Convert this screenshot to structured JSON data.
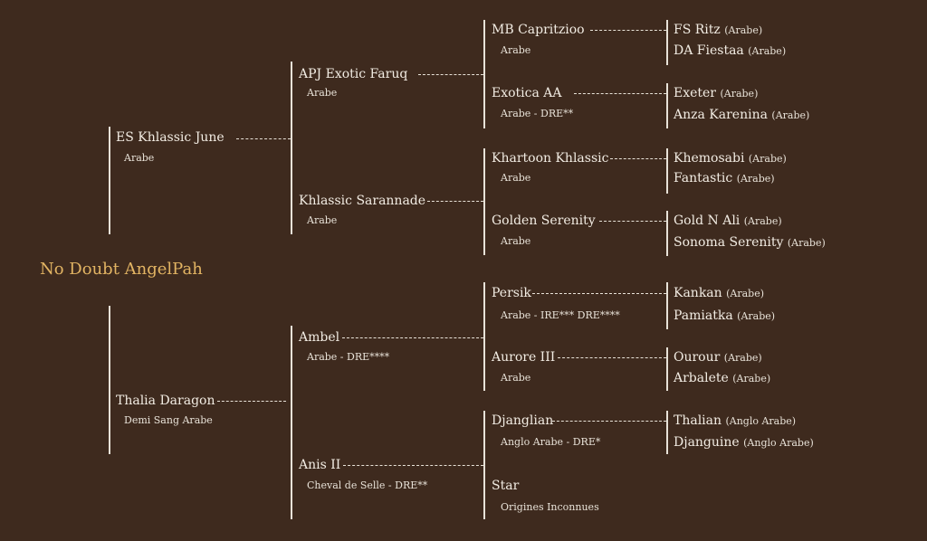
{
  "subject": "No Doubt AngelPah",
  "sire": {
    "name": "ES Khlassic June",
    "info": "Arabe"
  },
  "dam": {
    "name": "Thalia Daragon",
    "info": "Demi Sang Arabe"
  },
  "sire_sire": {
    "name": "APJ Exotic Faruq",
    "info": "Arabe"
  },
  "sire_dam": {
    "name": "Khlassic Sarannade",
    "info": "Arabe"
  },
  "dam_sire": {
    "name": "Ambel",
    "info": "Arabe - DRE****"
  },
  "dam_dam": {
    "name": "Anis II",
    "info": "Cheval de Selle - DRE**"
  },
  "g3": [
    {
      "name": "MB Capritzioo",
      "info": "Arabe"
    },
    {
      "name": "Exotica AA",
      "info": "Arabe - DRE**"
    },
    {
      "name": "Khartoon Khlassic",
      "info": "Arabe"
    },
    {
      "name": "Golden Serenity",
      "info": "Arabe"
    },
    {
      "name": "Persik",
      "info": "Arabe - IRE*** DRE****"
    },
    {
      "name": "Aurore III",
      "info": "Arabe"
    },
    {
      "name": "Djanglian",
      "info": "Anglo Arabe - DRE*"
    },
    {
      "name": "Star",
      "info": "Origines Inconnues"
    }
  ],
  "g4": [
    {
      "name": "FS Ritz",
      "breed": "(Arabe)"
    },
    {
      "name": "DA Fiestaa",
      "breed": "(Arabe)"
    },
    {
      "name": "Exeter",
      "breed": "(Arabe)"
    },
    {
      "name": "Anza Karenina",
      "breed": "(Arabe)"
    },
    {
      "name": "Khemosabi",
      "breed": "(Arabe)"
    },
    {
      "name": "Fantastic",
      "breed": "(Arabe)"
    },
    {
      "name": "Gold N Ali",
      "breed": "(Arabe)"
    },
    {
      "name": "Sonoma Serenity",
      "breed": "(Arabe)"
    },
    {
      "name": "Kankan",
      "breed": "(Arabe)"
    },
    {
      "name": "Pamiatka",
      "breed": "(Arabe)"
    },
    {
      "name": "Ourour",
      "breed": "(Arabe)"
    },
    {
      "name": "Arbalete",
      "breed": "(Arabe)"
    },
    {
      "name": "Thalian",
      "breed": "(Anglo Arabe)"
    },
    {
      "name": "Djanguine",
      "breed": "(Anglo Arabe)"
    }
  ]
}
